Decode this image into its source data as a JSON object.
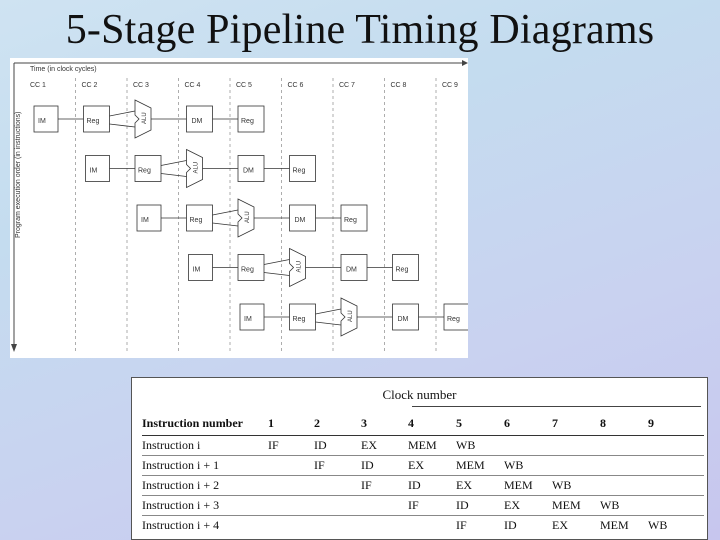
{
  "slide": {
    "title": "5-Stage Pipeline Timing Diagrams"
  },
  "pipeline_diagram": {
    "time_label": "Time (in clock cycles)",
    "order_label": "Program execution order (in instructions)",
    "cycles": [
      "CC 1",
      "CC 2",
      "CC 3",
      "CC 4",
      "CC 5",
      "CC 6",
      "CC 7",
      "CC 8",
      "CC 9"
    ],
    "stage_labels": {
      "im": "IM",
      "reg": "Reg",
      "alu": "ALU",
      "dm": "DM"
    },
    "instruction_count": 5
  },
  "clock_table": {
    "title": "Clock number",
    "header": [
      "Instruction number",
      "1",
      "2",
      "3",
      "4",
      "5",
      "6",
      "7",
      "8",
      "9"
    ],
    "rows": [
      [
        "Instruction i",
        "IF",
        "ID",
        "EX",
        "MEM",
        "WB",
        "",
        "",
        "",
        ""
      ],
      [
        "Instruction i + 1",
        "",
        "IF",
        "ID",
        "EX",
        "MEM",
        "WB",
        "",
        "",
        ""
      ],
      [
        "Instruction i + 2",
        "",
        "",
        "IF",
        "ID",
        "EX",
        "MEM",
        "WB",
        "",
        ""
      ],
      [
        "Instruction i + 3",
        "",
        "",
        "",
        "IF",
        "ID",
        "EX",
        "MEM",
        "WB",
        ""
      ],
      [
        "Instruction i + 4",
        "",
        "",
        "",
        "",
        "IF",
        "ID",
        "EX",
        "MEM",
        "WB"
      ]
    ]
  }
}
